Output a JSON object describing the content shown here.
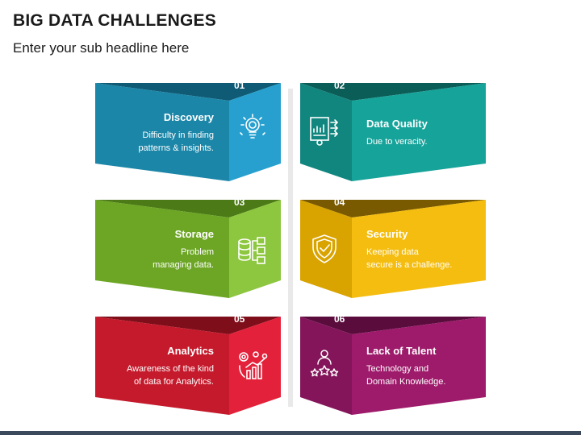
{
  "header": {
    "title": "BIG DATA CHALLENGES",
    "subtitle": "Enter your sub headline here"
  },
  "cards": [
    {
      "number": "01",
      "heading": "Discovery",
      "description": "Difficulty in finding\npatterns & insights.",
      "icon": "lightbulb-icon",
      "color_front": "#1b86a8",
      "color_side": "#27a0cf",
      "color_top": "#0f5a74"
    },
    {
      "number": "02",
      "heading": "Data Quality",
      "description": "Due to veracity.",
      "icon": "data-report-icon",
      "color_front": "#16a39a",
      "color_side": "#11867f",
      "color_top": "#0b5d57"
    },
    {
      "number": "03",
      "heading": "Storage",
      "description": "Problem\nmanaging data.",
      "icon": "database-icon",
      "color_front": "#6ca624",
      "color_side": "#8dc63f",
      "color_top": "#4b7a16"
    },
    {
      "number": "04",
      "heading": "Security",
      "description": "Keeping data\nsecure is a challenge.",
      "icon": "shield-icon",
      "color_front": "#f4bd0f",
      "color_side": "#d9a300",
      "color_top": "#7a5a00"
    },
    {
      "number": "05",
      "heading": "Analytics",
      "description": "Awareness of the kind\nof data for Analytics.",
      "icon": "analytics-chart-icon",
      "color_front": "#c51a2c",
      "color_side": "#e4213a",
      "color_top": "#7e0e1a"
    },
    {
      "number": "06",
      "heading": "Lack of Talent",
      "description": "Technology and\nDomain Knowledge.",
      "icon": "talent-stars-icon",
      "color_front": "#9e1a6b",
      "color_side": "#84155a",
      "color_top": "#5a0d3d"
    }
  ]
}
